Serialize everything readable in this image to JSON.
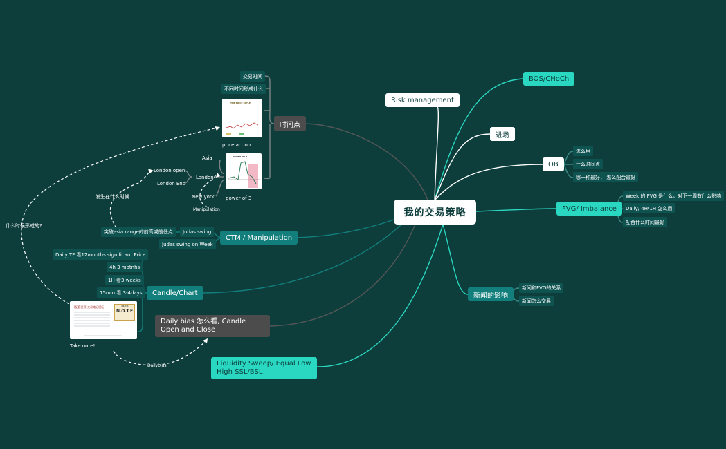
{
  "central": "我的交易策略",
  "right": {
    "bos": "BOS/CHoCh",
    "entry": "进场",
    "ob": {
      "label": "OB",
      "children": [
        "怎么用",
        "什么时间点",
        "哪一种最好， 怎么配合最好"
      ]
    },
    "fvg": {
      "label": "FVG/ Imbalance",
      "children": [
        "Week 的 FVG 是什么，对下一周有什么影响",
        "Daily/ 4H/1H 怎么用",
        "配合什么时间最好"
      ]
    },
    "news": {
      "label": "新闻的影响",
      "children": [
        "新闻和FVG的关系",
        "新闻怎么交易"
      ]
    },
    "liquidity": "Liquidity Sweep/ Equal Low High SSL/BSL"
  },
  "left": {
    "risk": "Risk management",
    "time": {
      "label": "时间点",
      "children": [
        "交易时间",
        "不同时间形成什么"
      ]
    },
    "price_action": {
      "caption": "price action",
      "image_title": "THE PRICE STYLE"
    },
    "power3": {
      "caption": "power of 3",
      "image_title": "POWER OF 3"
    },
    "asia": "Asia",
    "london": "London",
    "london_open": "London open",
    "london_end": "London End",
    "new_york": "New york",
    "manipulation_small": "Manipulation",
    "when_happen": "发生在什么时候",
    "how_formed": "什么时候形成的?",
    "ctm": {
      "label": "CTM / Manipulation",
      "judas": "Judas swing",
      "judas_week": "Judas swing on Week",
      "break_asia": "突破asia range的前高或前低点"
    },
    "candle": {
      "label": "Candle/Chart",
      "children": [
        "Daily TF 看12months significant Price",
        "4h 3 motnhs",
        "1H 看3 weeks",
        "15min 看 3-4days"
      ]
    },
    "note": {
      "caption": "Take note!",
      "badge_top": "Take",
      "badge_main": "N.O.T.E",
      "doc_title": "[配套资源]交易笔记模板"
    },
    "daily_bias": "Daily bias 怎么看, Candle Open and Close",
    "dailybias_small": "Dailybias"
  },
  "colors": {
    "background": "#0d3e3c",
    "teal": "#2ad7c0",
    "dark_teal": "#137f7c",
    "grey": "#4b4c4b"
  }
}
